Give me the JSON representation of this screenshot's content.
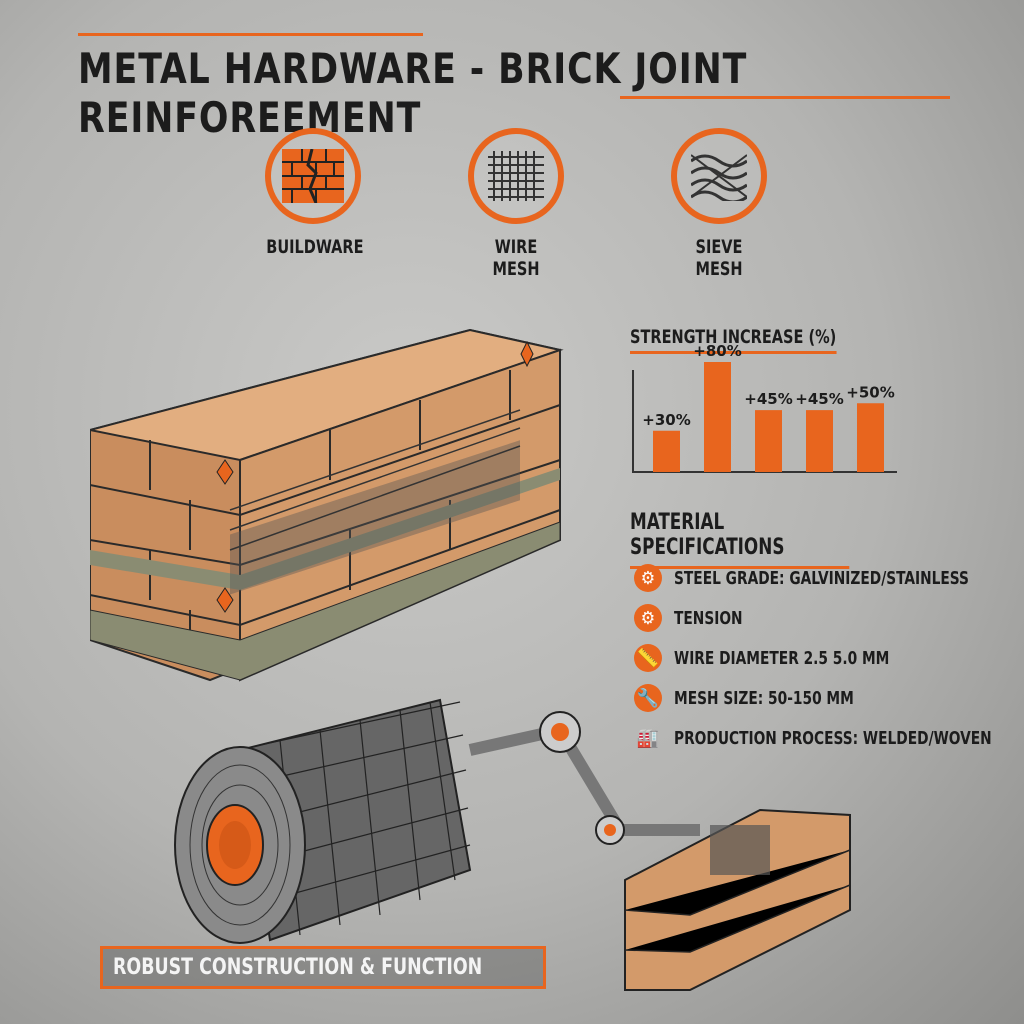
{
  "title": "METAL HARDWARE - BRICK JOINT REINFOREEMENT",
  "categories": [
    {
      "label": "BUILDWARE",
      "icon": "brick-wall-icon"
    },
    {
      "label": "WIRE MESH",
      "icon": "wire-mesh-icon"
    },
    {
      "label": "SIEVE MESH",
      "icon": "woven-mesh-icon"
    }
  ],
  "chart_data": {
    "type": "bar",
    "title": "STRENGTH INCREASE (%)",
    "categories": [
      "",
      "",
      "",
      "",
      ""
    ],
    "values": [
      30,
      80,
      45,
      45,
      50
    ],
    "data_labels": [
      "+30%",
      "+80%",
      "+45%",
      "+45%",
      "+50%"
    ],
    "color": "#e8651e",
    "grid": false
  },
  "specs": {
    "title": "MATERIAL SPECIFICATIONS",
    "items": [
      {
        "label": "STEEL GRADE: GALVINIZED/STAINLESS",
        "icon": "gear-icon"
      },
      {
        "label": "TENSION",
        "icon": "gear-icon"
      },
      {
        "label": "WIRE DIAMETER 2.5 5.0 MM",
        "icon": "ruler-icon"
      },
      {
        "label": "MESH SIZE: 50-150 MM",
        "icon": "wrench-icon"
      },
      {
        "label": "PRODUCTION PROCESS: WELDED/WOVEN",
        "icon": "factory-icon"
      }
    ]
  },
  "footer_badge": "ROBUST CONSTRUCTION & FUNCTION",
  "colors": {
    "accent": "#e8651e",
    "brick": "#d9a070",
    "mortar": "#8a8c72"
  }
}
